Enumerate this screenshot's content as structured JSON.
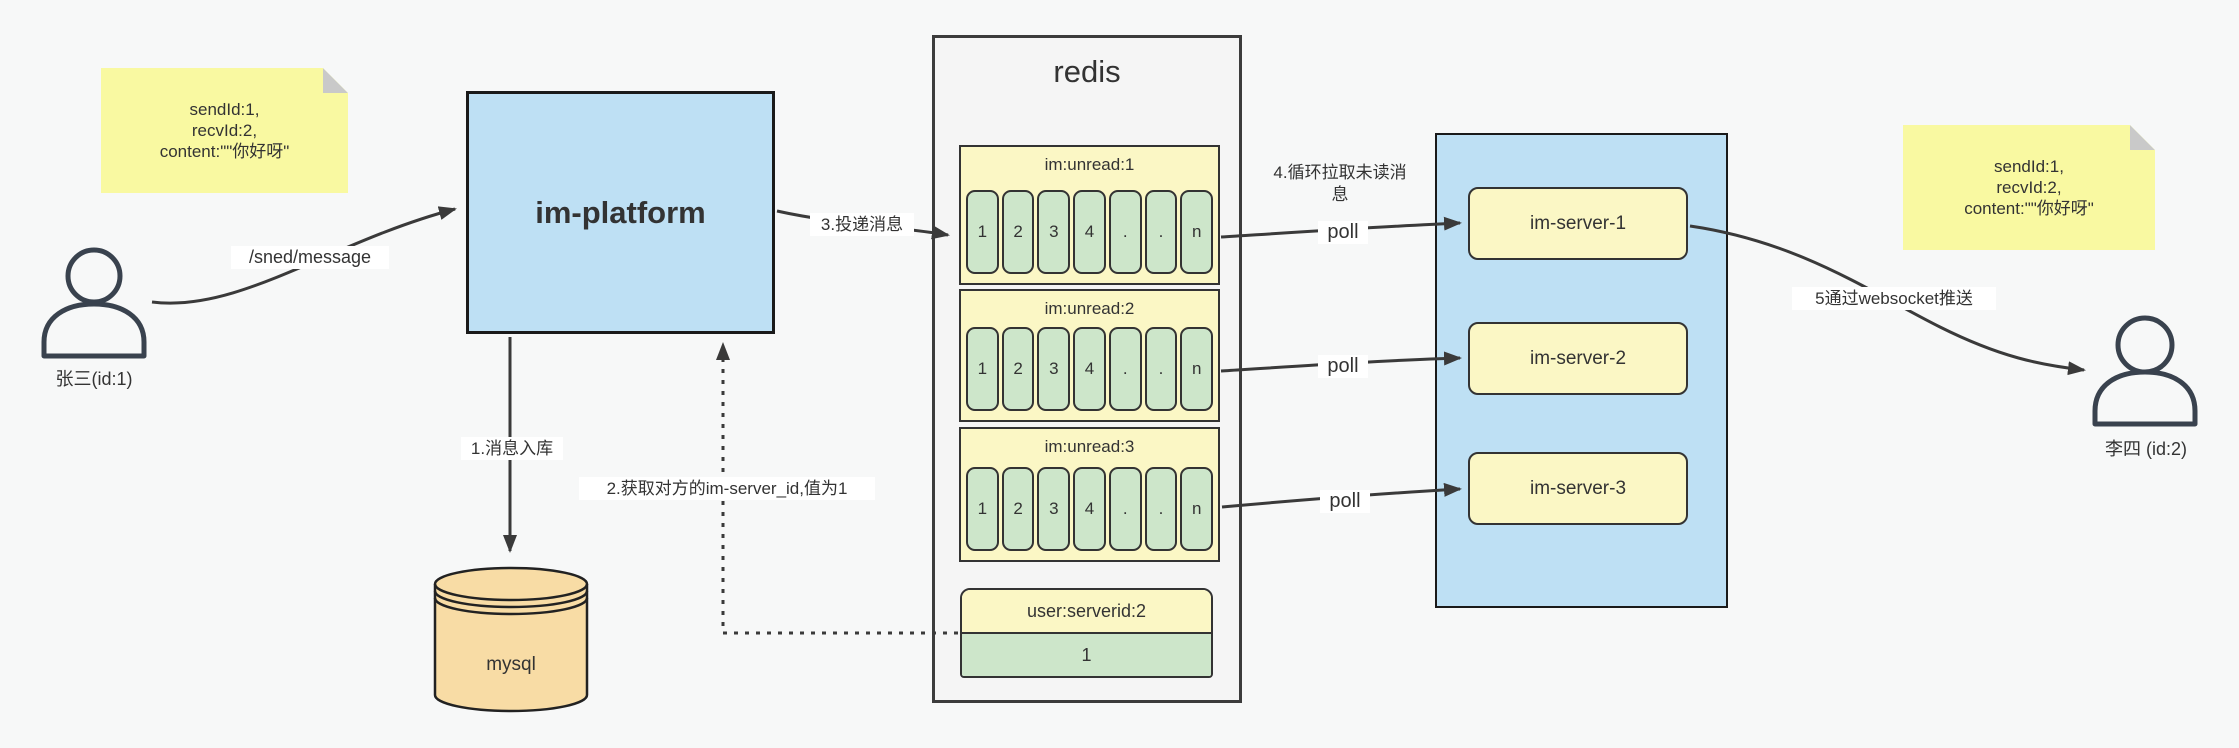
{
  "colors": {
    "note_yellow": "#F9F9A1",
    "box_blue": "#BEE0F4",
    "panel_yellow": "#FBF7C5",
    "cell_green": "#CDE6CA",
    "db_orange": "#F8DCA5",
    "line_dark": "#3A3A3A",
    "fold_gray": "#C9C9C9",
    "redis_bg": "#F5F5F5"
  },
  "notes": {
    "left": {
      "line1": "sendId:1,",
      "line2": "recvId:2,",
      "line3": "content:\"\"你好呀\""
    },
    "right": {
      "line1": "sendId:1,",
      "line2": "recvId:2,",
      "line3": "content:\"\"你好呀\""
    }
  },
  "actors": {
    "sender": {
      "label": "张三(id:1)"
    },
    "receiver": {
      "label": "李四 (id:2)"
    }
  },
  "platform": {
    "label": "im-platform"
  },
  "database": {
    "label": "mysql"
  },
  "redis": {
    "title": "redis",
    "queues": [
      {
        "name": "im:unread:1",
        "cells": [
          "1",
          "2",
          "3",
          "4",
          ".",
          ".",
          "n"
        ]
      },
      {
        "name": "im:unread:2",
        "cells": [
          "1",
          "2",
          "3",
          "4",
          ".",
          ".",
          "n"
        ]
      },
      {
        "name": "im:unread:3",
        "cells": [
          "1",
          "2",
          "3",
          "4",
          ".",
          ".",
          "n"
        ]
      }
    ],
    "mapping": {
      "key": "user:serverid:2",
      "value": "1"
    }
  },
  "servers": {
    "items": [
      {
        "label": "im-server-1"
      },
      {
        "label": "im-server-2"
      },
      {
        "label": "im-server-3"
      }
    ]
  },
  "edges": {
    "send": "/sned/message",
    "step1": "1.消息入库",
    "step2": "2.获取对方的im-server_id,值为1",
    "step3": "3.投递消息",
    "step4": "4.循环拉取未读消息",
    "poll": "poll",
    "step5": "5通过websocket推送"
  }
}
